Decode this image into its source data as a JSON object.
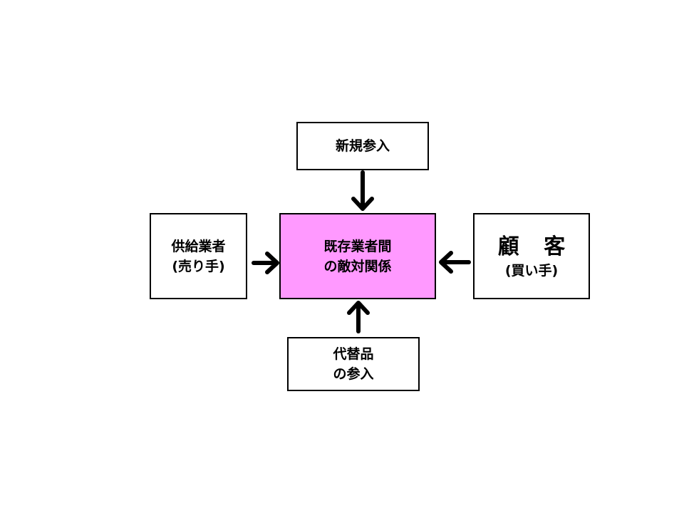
{
  "colors": {
    "center_fill": "#ff99ff",
    "box_fill": "#ffffff",
    "stroke": "#000000"
  },
  "boxes": {
    "new_entrants": {
      "lines": [
        "新規参入"
      ]
    },
    "rivalry": {
      "lines": [
        "既存業者間",
        "の敵対関係"
      ]
    },
    "suppliers": {
      "lines": [
        "供給業者",
        "(売り手)"
      ]
    },
    "customers": {
      "lines": [
        "顧 客",
        "(買い手)"
      ]
    },
    "substitutes": {
      "lines": [
        "代替品",
        "の参入"
      ]
    }
  }
}
